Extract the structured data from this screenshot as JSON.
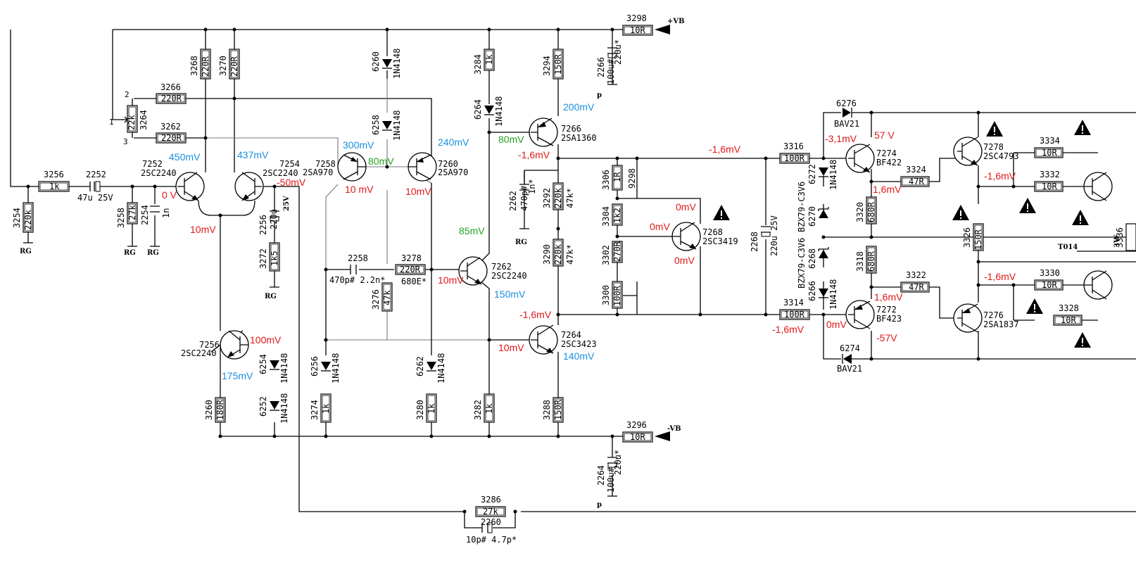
{
  "rails": {
    "vb_pos": "+VB",
    "vb_neg": "-VB",
    "gnd": "RG",
    "p": "p"
  },
  "resistors": {
    "r3298": {
      "ref": "3298",
      "val": "10R"
    },
    "r3296": {
      "ref": "3296",
      "val": "10R"
    },
    "r3256": {
      "ref": "3256",
      "val": "1k"
    },
    "r3254": {
      "ref": "3254",
      "val": "220k"
    },
    "r3258": {
      "ref": "3258",
      "val": "27k"
    },
    "r3268": {
      "ref": "3268",
      "val": "220R"
    },
    "r3270": {
      "ref": "3270",
      "val": "220R"
    },
    "r3266": {
      "ref": "3266",
      "val": "220R"
    },
    "r3262": {
      "ref": "3262",
      "val": "220R"
    },
    "r3264": {
      "ref": "3264",
      "val": "22k"
    },
    "r3272": {
      "ref": "3272",
      "val": "1k5"
    },
    "r3278": {
      "ref": "3278",
      "val": "220R",
      "alt": "680E*"
    },
    "r3276": {
      "ref": "3276",
      "val": "47k"
    },
    "r3284": {
      "ref": "3284",
      "val": "1k"
    },
    "r3294": {
      "ref": "3294",
      "val": "150R"
    },
    "r3292": {
      "ref": "3292",
      "val": "220k",
      "alt": "47k*"
    },
    "r3290": {
      "ref": "3290",
      "val": "220k",
      "alt": "47k*"
    },
    "r3306": {
      "ref": "3306",
      "val": "1R"
    },
    "r3304": {
      "ref": "3304",
      "val": "1k2"
    },
    "r3302": {
      "ref": "3302",
      "val": "270R"
    },
    "r3300": {
      "ref": "3300",
      "val": "100R"
    },
    "r3316": {
      "ref": "3316",
      "val": "100R"
    },
    "r3314": {
      "ref": "3314",
      "val": "100R"
    },
    "r3260": {
      "ref": "3260",
      "val": "180R"
    },
    "r3274": {
      "ref": "3274",
      "val": "1k"
    },
    "r3280": {
      "ref": "3280",
      "val": "1k"
    },
    "r3282": {
      "ref": "3282",
      "val": "1k"
    },
    "r3288": {
      "ref": "3288",
      "val": "150R"
    },
    "r3286": {
      "ref": "3286",
      "val": "27k"
    },
    "r3320": {
      "ref": "3320",
      "val": "680R"
    },
    "r3318": {
      "ref": "3318",
      "val": "680R"
    },
    "r3324": {
      "ref": "3324",
      "val": "47R"
    },
    "r3322": {
      "ref": "3322",
      "val": "47R"
    },
    "r3326": {
      "ref": "3326",
      "val": "150R"
    },
    "r3334": {
      "ref": "3334",
      "val": "10R"
    },
    "r3332": {
      "ref": "3332",
      "val": "10R"
    },
    "r3330": {
      "ref": "3330",
      "val": "10R"
    },
    "r3328": {
      "ref": "3328",
      "val": "10R"
    },
    "r3336": {
      "ref": "3336"
    }
  },
  "capacitors": {
    "c2252": {
      "ref": "2252",
      "val": "47u 25V"
    },
    "c2254": {
      "ref": "2254",
      "val": "1n"
    },
    "c2256": {
      "ref": "2256",
      "val": "220u",
      "volt": "25V"
    },
    "c2258": {
      "ref": "2258",
      "val": "470p# 2.2n*"
    },
    "c2262": {
      "ref": "2262",
      "val": "470p#",
      "alt": "1n*"
    },
    "c2266": {
      "ref": "2266",
      "val": "220u*",
      "alt": "100u#"
    },
    "c2264": {
      "ref": "2264",
      "val": "220u*",
      "alt": "100u#"
    },
    "c2268": {
      "ref": "2268",
      "val": "220u 25V"
    },
    "c2260": {
      "ref": "2260",
      "val": "10p# 4.7p*"
    }
  },
  "diodes": {
    "d6260": {
      "ref": "6260",
      "val": "1N4148"
    },
    "d6258": {
      "ref": "6258",
      "val": "1N4148"
    },
    "d6264": {
      "ref": "6264",
      "val": "1N4148"
    },
    "d6254": {
      "ref": "6254",
      "val": "1N4148"
    },
    "d6252": {
      "ref": "6252",
      "val": "1N4148"
    },
    "d6256": {
      "ref": "6256",
      "val": "1N4148"
    },
    "d6262": {
      "ref": "6262",
      "val": "1N4148"
    },
    "d6272": {
      "ref": "6272",
      "val": "1N4148"
    },
    "d6266": {
      "ref": "6266",
      "val": "1N4148"
    },
    "d6276": {
      "ref": "6276",
      "val": "BAV21"
    },
    "d6274": {
      "ref": "6274",
      "val": "BAV21"
    },
    "d6270": {
      "ref": "6270",
      "val": "BZX79-C3V6"
    },
    "d6268": {
      "ref": "6268",
      "val": "BZX79-C3V6"
    }
  },
  "transistors": {
    "q7252": {
      "ref": "7252",
      "val": "2SC2240"
    },
    "q7254": {
      "ref": "7254",
      "val": "2SC2240"
    },
    "q7258": {
      "ref": "7258",
      "val": "2SA970"
    },
    "q7260": {
      "ref": "7260",
      "val": "2SA970"
    },
    "q7256": {
      "ref": "7256",
      "val": "2SC2240"
    },
    "q7262": {
      "ref": "7262",
      "val": "2SC2240"
    },
    "q7266": {
      "ref": "7266",
      "val": "2SA1360"
    },
    "q7264": {
      "ref": "7264",
      "val": "2SC3423"
    },
    "q7268": {
      "ref": "7268",
      "val": "2SC3419"
    },
    "q7274": {
      "ref": "7274",
      "val": "BF422"
    },
    "q7272": {
      "ref": "7272",
      "val": "BF423"
    },
    "q7278": {
      "ref": "7278",
      "val": "2SC4793"
    },
    "q7276": {
      "ref": "7276",
      "val": "2SA1837"
    }
  },
  "pins": {
    "p1": "1",
    "p2": "2",
    "p3": "3",
    "t014": "T014",
    "w3": "3W",
    "n9298": "9298"
  },
  "voltages": {
    "v450": "450mV",
    "v437": "437mV",
    "v0a": "0 V",
    "vm50": "-50mV",
    "v10a": "10mV",
    "v300": "300mV",
    "v80a": "80mV",
    "v240": "240mV",
    "v10b": "10 mV",
    "v10c": "10mV",
    "v200": "200mV",
    "v80b": "80mV",
    "vm16a": "-1,6mV",
    "v85": "85mV",
    "v10d": "10mV",
    "v150": "150mV",
    "vm16b": "-1,6mV",
    "v10e": "10mV",
    "v140": "140mV",
    "v100": "100mV",
    "v175": "175mV",
    "v0b": "0mV",
    "v0c": "0mV",
    "v0d": "0mV",
    "vm16c": "-1,6mV",
    "vm16d": "-1,6mV",
    "vm31": "-3,1mV",
    "v57": "57 V",
    "v16a": "1,6mV",
    "v16b": "1,6mV",
    "v0e": "0mV",
    "vm57": "-57V",
    "vm16e": "-1,6mV",
    "vm16f": "-1,6mV"
  }
}
